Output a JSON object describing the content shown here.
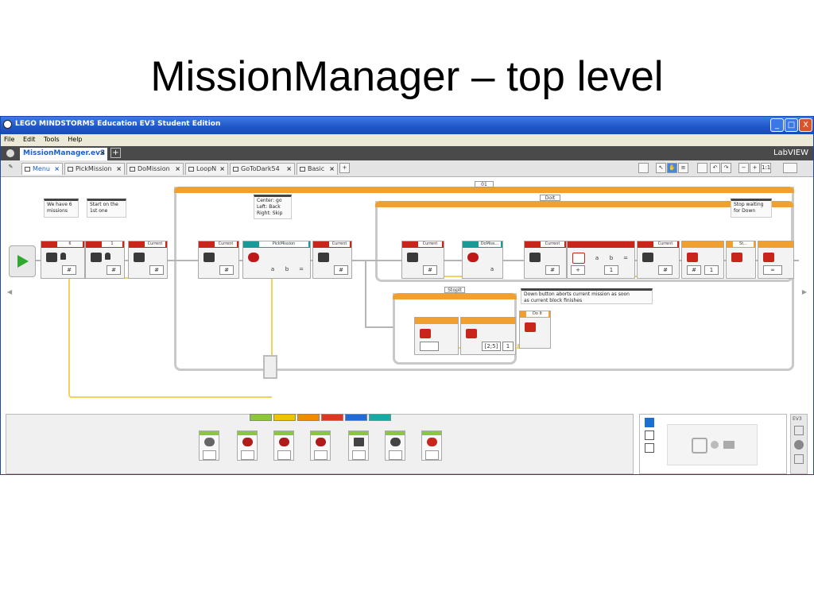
{
  "slide": {
    "title": "MissionManager – top level"
  },
  "window": {
    "title": "LEGO MINDSTORMS Education EV3 Student Edition",
    "controls": {
      "minimize": "_",
      "maximize": "□",
      "close": "X"
    }
  },
  "menu": [
    "File",
    "Edit",
    "Tools",
    "Help"
  ],
  "project": {
    "tab_label": "MissionManager.ev3",
    "close": "×",
    "add": "+",
    "brand": "LabVIEW"
  },
  "program_tabs": [
    {
      "label": "Menu",
      "close": "×"
    },
    {
      "label": "PickMission",
      "close": "×"
    },
    {
      "label": "DoMission",
      "close": "×"
    },
    {
      "label": "LoopN",
      "close": "×"
    },
    {
      "label": "GoToDark54",
      "close": "×"
    },
    {
      "label": "Basic",
      "close": "×"
    }
  ],
  "add_tab": "+",
  "zoom_label": "1:1",
  "loops": {
    "outer": "01",
    "doit": "DoIt",
    "stopit": "StopIt",
    "doit_small": "Do It"
  },
  "comments": {
    "c1": "We have 6\nmissions",
    "c2": "Start on the\n1st one",
    "c3": "Center: go\nLeft: Back\nRight: Skip",
    "c4": "Stop waiting\nfor Down",
    "c5": "Down button aborts current mission as soon\nas current block finishes"
  },
  "blocks": {
    "var6": {
      "label": "6",
      "port": "#"
    },
    "var1": {
      "label": "1",
      "port": "#"
    },
    "current1": {
      "label": "Current",
      "port": "#"
    },
    "current2": {
      "label": "Current",
      "port": "#"
    },
    "pick": {
      "label": "PickMission",
      "a": "a",
      "b": "b",
      "eq": "="
    },
    "current3": {
      "label": "Current",
      "port": "#"
    },
    "current4": {
      "label": "Current",
      "port": "#"
    },
    "domiss": {
      "label": "DoMiss...",
      "a": "a"
    },
    "current5": {
      "label": "Current",
      "port": "#"
    },
    "math": {
      "a": "a",
      "b": "b",
      "eq": "=",
      "plus": "+",
      "one": "1"
    },
    "current6": {
      "label": "Current",
      "port": "#"
    },
    "loopint": {
      "port": "#",
      "one": "1"
    },
    "st": {
      "label": "St..."
    },
    "infinity": {
      "symbol": "∞"
    },
    "range": {
      "label": "[2;5]",
      "one": "1"
    }
  },
  "palette_colors": [
    "#8cc63f",
    "#f2c200",
    "#f08c00",
    "#d93a1a",
    "#1a6fd0",
    "#1aa8a8"
  ],
  "hw": {
    "badge": "EV3"
  }
}
